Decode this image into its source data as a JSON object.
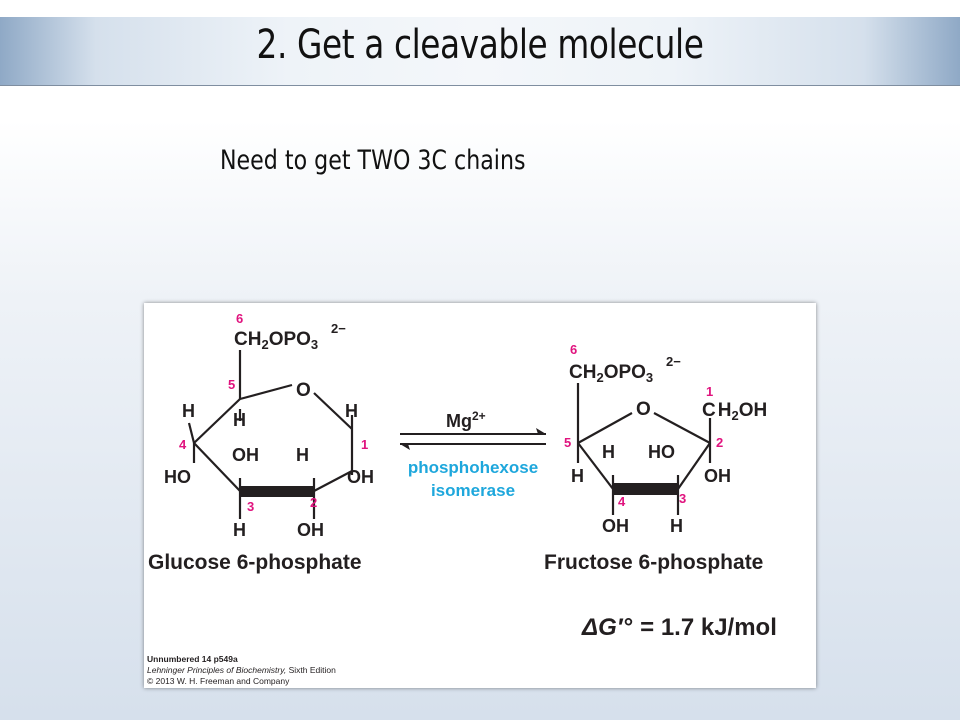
{
  "slide": {
    "title": "2. Get a cleavable molecule",
    "subtitle": "Need to get TWO 3C chains"
  },
  "figure": {
    "glucose": {
      "name": "Glucose 6-phosphate",
      "ch2": "CH",
      "ch2_sub": "2",
      "opo": "OPO",
      "opo_sub": "3",
      "opo_sup": "2−",
      "ring_o": "O",
      "h": "H",
      "oh": "OH",
      "ho": "HO",
      "numbers": [
        "1",
        "2",
        "3",
        "4",
        "5",
        "6"
      ]
    },
    "fructose": {
      "name": "Fructose 6-phosphate",
      "ch2": "CH",
      "ch2_sub": "2",
      "opo": "OPO",
      "opo_sub": "3",
      "opo_sup": "2−",
      "ring_o": "O",
      "c1_c": "C",
      "c1_h": "H",
      "c1_sub": "2",
      "c1_oh": "OH",
      "h": "H",
      "oh": "OH",
      "ho": "HO",
      "numbers": [
        "1",
        "2",
        "3",
        "4",
        "5",
        "6"
      ]
    },
    "arrow": {
      "cofactor": "Mg",
      "cofactor_sup": "2+",
      "enzyme_line1": "phosphohexose",
      "enzyme_line2": "isomerase"
    },
    "delta_g": {
      "delta": "ΔG",
      "prime": "′°",
      "value": "= 1.7 kJ/mol"
    },
    "credit": {
      "line1": "Unnumbered 14 p549a",
      "line2_italic": "Lehninger Principles of Biochemistry,",
      "line2_rest": " Sixth Edition",
      "line3": "© 2013 W. H. Freeman and Company"
    },
    "colors": {
      "number": "#e0137e",
      "enzyme": "#1ea7dc",
      "text": "#231f20"
    }
  }
}
